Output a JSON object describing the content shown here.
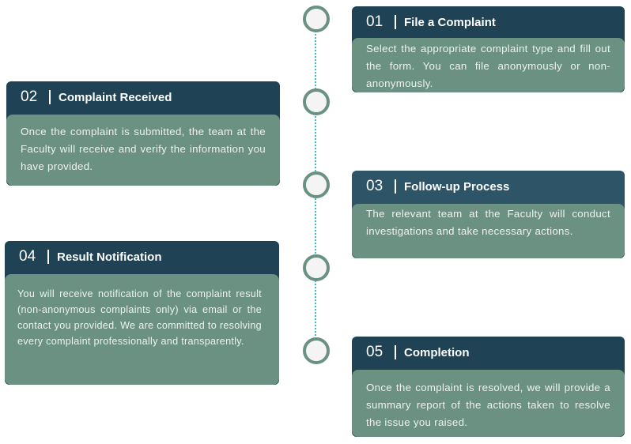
{
  "steps": [
    {
      "number": "01",
      "title": "File a Complaint",
      "text": "Select the appropriate complaint type and fill out the form. You can file anonymously or non-anonymously."
    },
    {
      "number": "02",
      "title": "Complaint Received",
      "text": "Once the complaint is submitted, the team at the Faculty will receive and verify the information you have provided."
    },
    {
      "number": "03",
      "title": "Follow-up Process",
      "text": "The relevant team at the Faculty will conduct investigations and take necessary actions."
    },
    {
      "number": "04",
      "title": "Result Notification",
      "text": "You will receive notification of the complaint result (non-anonymous complaints only) via email or the contact you provided. We are committed to resolving every complaint professionally and transparently."
    },
    {
      "number": "05",
      "title": "Completion",
      "text": "Once the complaint is resolved, we will provide a summary report of the actions taken to resolve the issue you raised."
    }
  ],
  "colors": {
    "header": "#1f4355",
    "body": "#6b9183",
    "connector": "#3ec3c3"
  }
}
